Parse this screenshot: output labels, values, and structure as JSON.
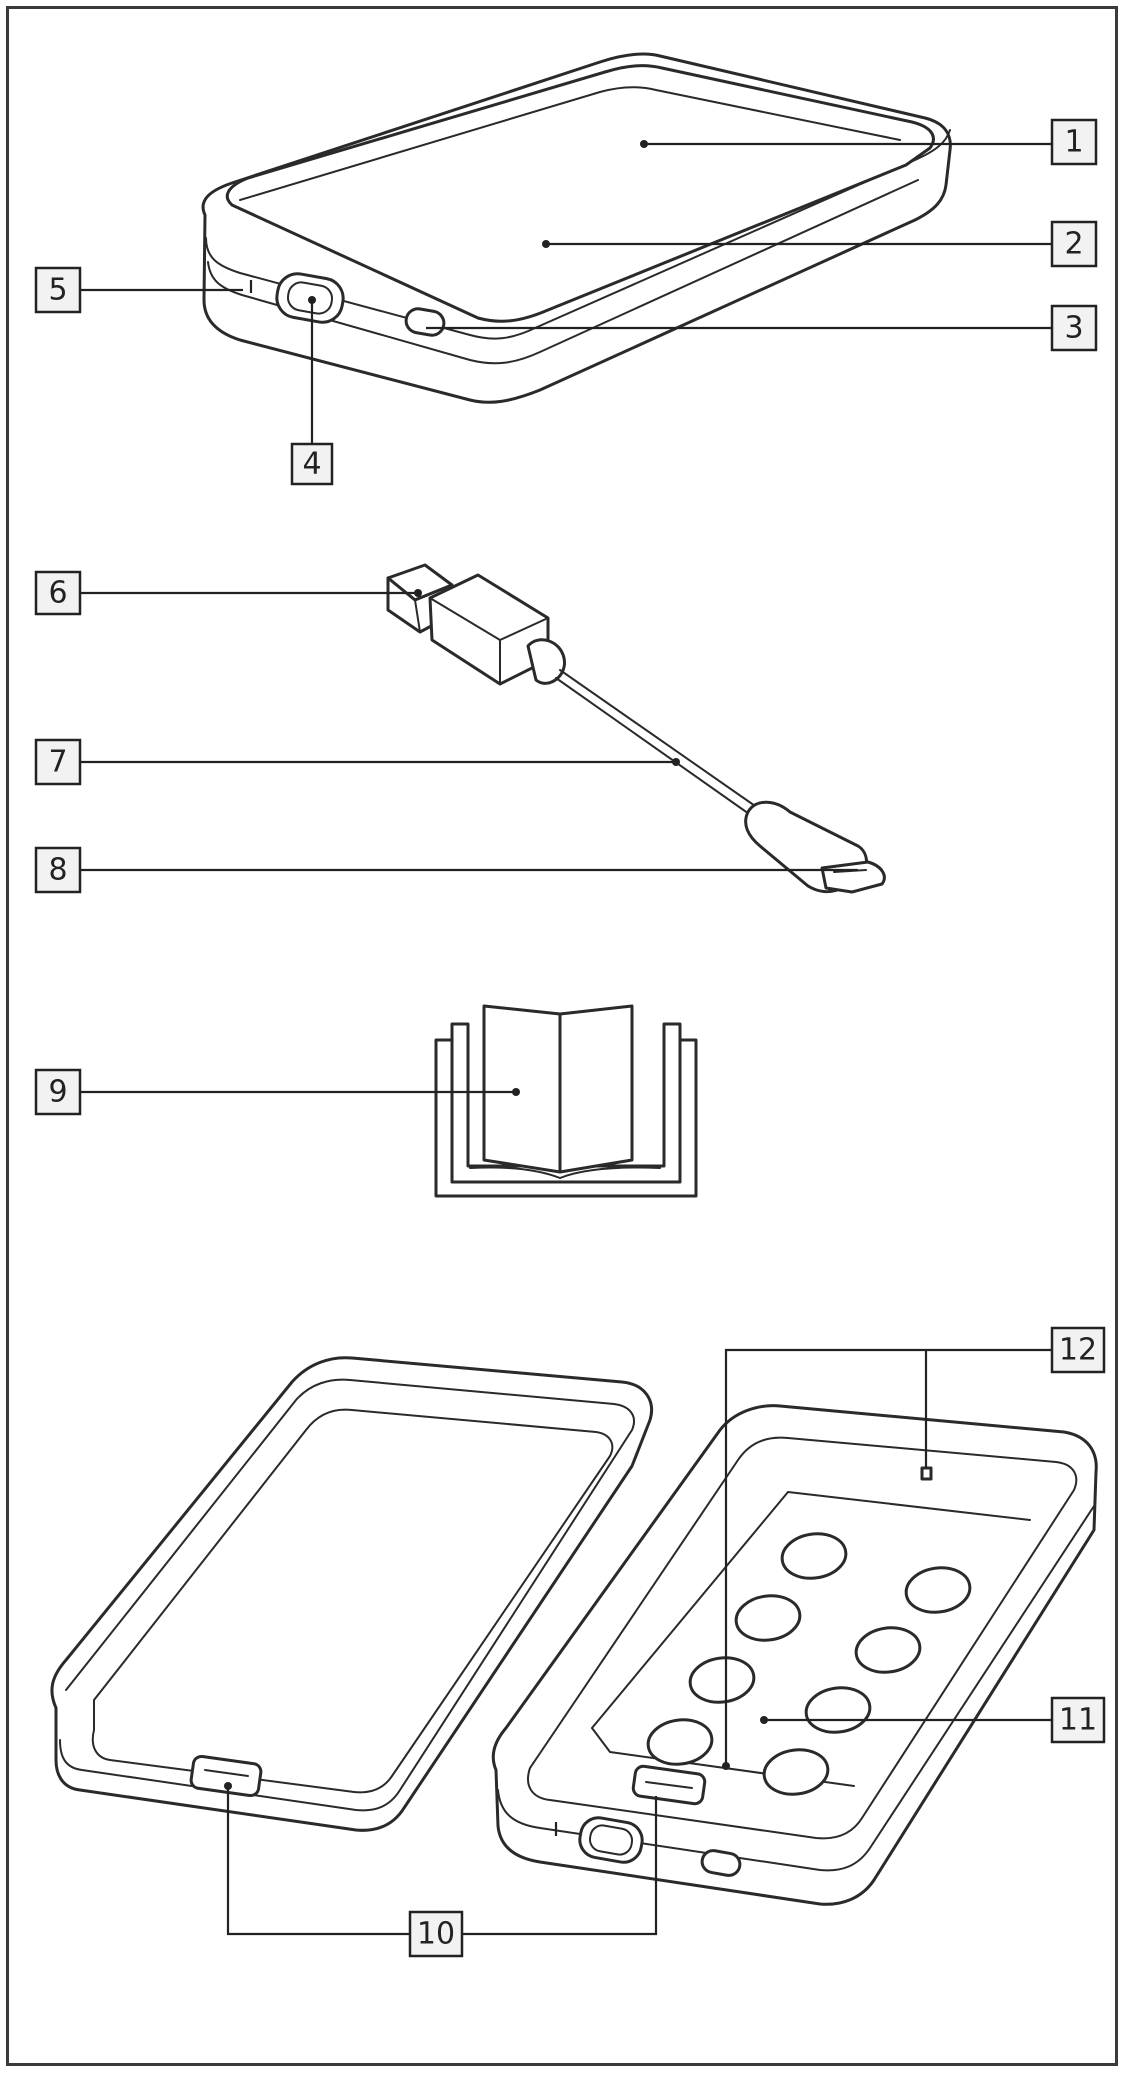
{
  "callouts": [
    {
      "id": "1",
      "label": "1"
    },
    {
      "id": "2",
      "label": "2"
    },
    {
      "id": "3",
      "label": "3"
    },
    {
      "id": "4",
      "label": "4"
    },
    {
      "id": "5",
      "label": "5"
    },
    {
      "id": "6",
      "label": "6"
    },
    {
      "id": "7",
      "label": "7"
    },
    {
      "id": "8",
      "label": "8"
    },
    {
      "id": "9",
      "label": "9"
    },
    {
      "id": "10",
      "label": "10"
    },
    {
      "id": "11",
      "label": "11"
    },
    {
      "id": "12",
      "label": "12"
    }
  ],
  "colors": {
    "line": "#222222",
    "box_fill": "#f2f2f2",
    "background": "#ffffff"
  }
}
